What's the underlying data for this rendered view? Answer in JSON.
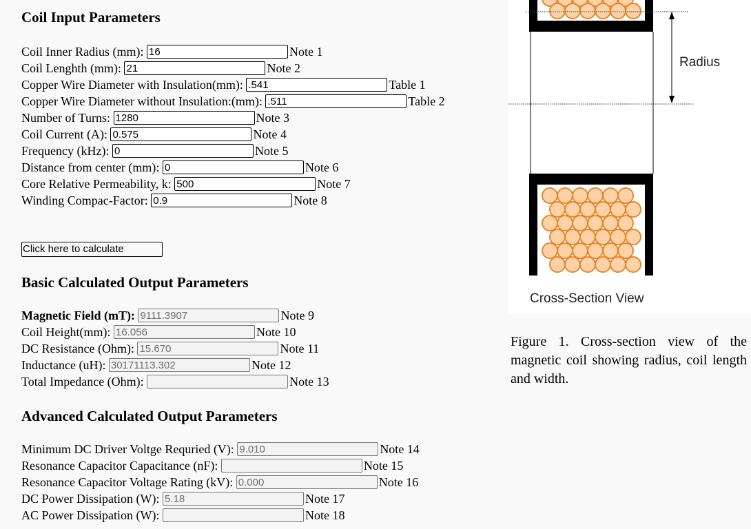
{
  "input_section": {
    "title": "Coil Input Parameters",
    "rows": [
      {
        "label": "Coil Inner Radius (mm): ",
        "value": "16",
        "note": "Note 1"
      },
      {
        "label": "Coil Lenghth (mm): ",
        "value": "21",
        "note": "Note 2"
      },
      {
        "label": "Copper Wire Diameter with Insulation(mm): ",
        "value": ".541",
        "note": "Table 1"
      },
      {
        "label": "Copper Wire Diameter without Insulation:(mm): ",
        "value": ".511",
        "note": "Table 2"
      },
      {
        "label": "Number of Turns: ",
        "value": "1280",
        "note": "Note 3"
      },
      {
        "label": "Coil Current (A): ",
        "value": "0.575",
        "note": "Note 4"
      },
      {
        "label": "Frequency (kHz): ",
        "value": "0",
        "note": "Note 5"
      },
      {
        "label": "Distance from center (mm): ",
        "value": "0",
        "note": "Note 6"
      },
      {
        "label": "Core Relative Permeability, k: ",
        "value": "500",
        "note": "Note 7"
      },
      {
        "label": "Winding Compac-Factor: ",
        "value": "0.9",
        "note": "Note 8"
      }
    ]
  },
  "calculate_button": "Click here to calculate",
  "basic_section": {
    "title": "Basic Calculated Output Parameters",
    "rows": [
      {
        "label": "Magnetic Field (mT): ",
        "value": "9111.3907",
        "note": "Note 9"
      },
      {
        "label": "Coil Height(mm): ",
        "value": "16.056",
        "note": "Note 10"
      },
      {
        "label": "DC Resistance (Ohm): ",
        "value": "15.670",
        "note": "Note 11"
      },
      {
        "label": "Inductance (uH): ",
        "value": "30171113.302",
        "note": "Note 12"
      },
      {
        "label": "Total Impedance (Ohm): ",
        "value": "",
        "note": "Note 13"
      }
    ]
  },
  "advanced_section": {
    "title": "Advanced Calculated Output Parameters",
    "rows": [
      {
        "label": "Minimum DC Driver Voltge Requried (V): ",
        "value": "9.010",
        "note": "Note 14"
      },
      {
        "label": "Resonance Capacitor Capacitance (nF): ",
        "value": "",
        "note": "Note 15"
      },
      {
        "label": "Resonance Capacitor Voltage Rating (kV): ",
        "value": "0.000",
        "note": "Note 16"
      },
      {
        "label": "DC Power Dissipation (W): ",
        "value": "5.18",
        "note": "Note 17"
      },
      {
        "label": "AC Power Dissipation (W): ",
        "value": "",
        "note": "Note 18"
      }
    ]
  },
  "figure": {
    "radius_label": "Radius",
    "view_label": "Cross-Section View",
    "caption": "Figure 1. Cross-section view of the magnetic coil showing radius, coil length and width."
  },
  "colors": {
    "wire_fill": "#fcd2a6",
    "wire_stroke": "#e8852a",
    "coil_frame": "#000000"
  }
}
